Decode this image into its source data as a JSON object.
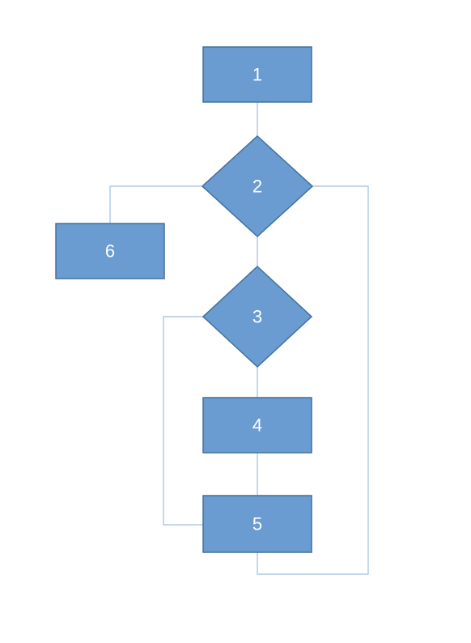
{
  "colors": {
    "node_fill": "#6a9bd1",
    "node_stroke": "#41719c",
    "connector": "#9dbde0",
    "label": "#ffffff"
  },
  "nodes": [
    {
      "id": "1",
      "shape": "process",
      "label": "1"
    },
    {
      "id": "2",
      "shape": "decision",
      "label": "2"
    },
    {
      "id": "6",
      "shape": "process",
      "label": "6"
    },
    {
      "id": "3",
      "shape": "decision",
      "label": "3"
    },
    {
      "id": "4",
      "shape": "process",
      "label": "4"
    },
    {
      "id": "5",
      "shape": "process",
      "label": "5"
    }
  ],
  "edges": [
    {
      "from": "1",
      "to": "2"
    },
    {
      "from": "2",
      "to": "6"
    },
    {
      "from": "2",
      "to": "3"
    },
    {
      "from": "3",
      "to": "4"
    },
    {
      "from": "4",
      "to": "5"
    },
    {
      "from": "3",
      "to": "5"
    },
    {
      "from": "5",
      "to": "2"
    }
  ]
}
